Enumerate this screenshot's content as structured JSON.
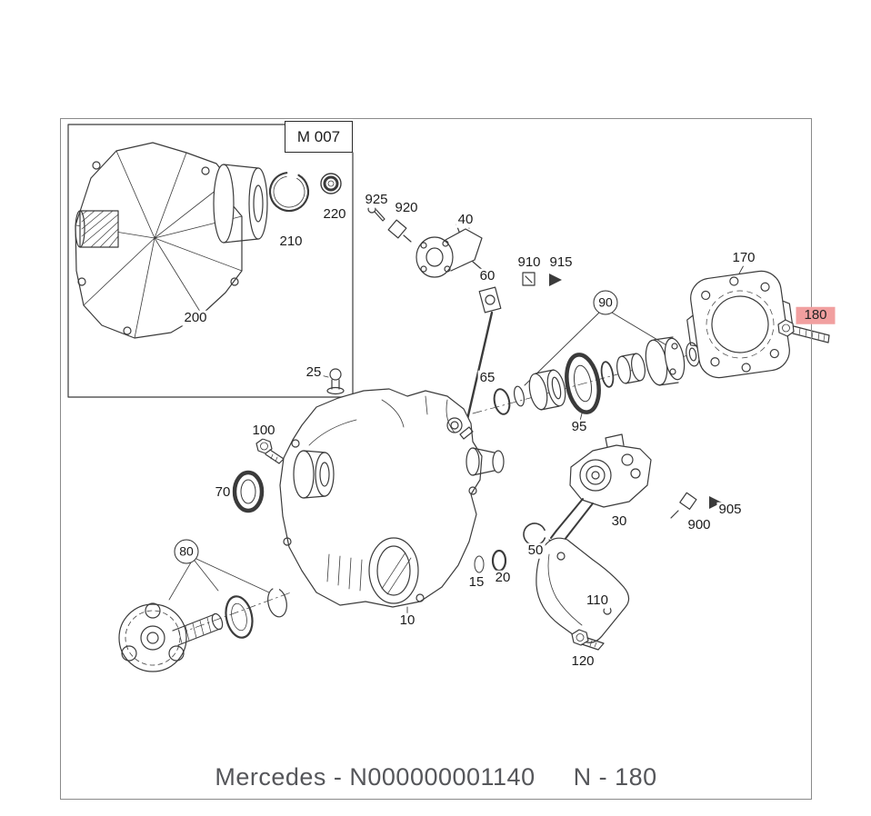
{
  "diagram": {
    "subassembly_code": "M 007"
  },
  "caption": {
    "left": "Mercedes - N000000001140",
    "right": "N - 180"
  },
  "colors": {
    "highlight": "#f19f9f",
    "caption_text": "#55565a",
    "line": "#3b3b3b"
  },
  "highlighted_part": "180",
  "parts": {
    "p10": "10",
    "p15": "15",
    "p20": "20",
    "p25": "25",
    "p30": "30",
    "p40": "40",
    "p50": "50",
    "p60": "60",
    "p65": "65",
    "p70": "70",
    "p80": "80",
    "p90": "90",
    "p95": "95",
    "p100": "100",
    "p110": "110",
    "p120": "120",
    "p170": "170",
    "p180": "180",
    "p200": "200",
    "p210": "210",
    "p220": "220",
    "p900": "900",
    "p905": "905",
    "p910": "910",
    "p915": "915",
    "p920": "920",
    "p925": "925"
  }
}
